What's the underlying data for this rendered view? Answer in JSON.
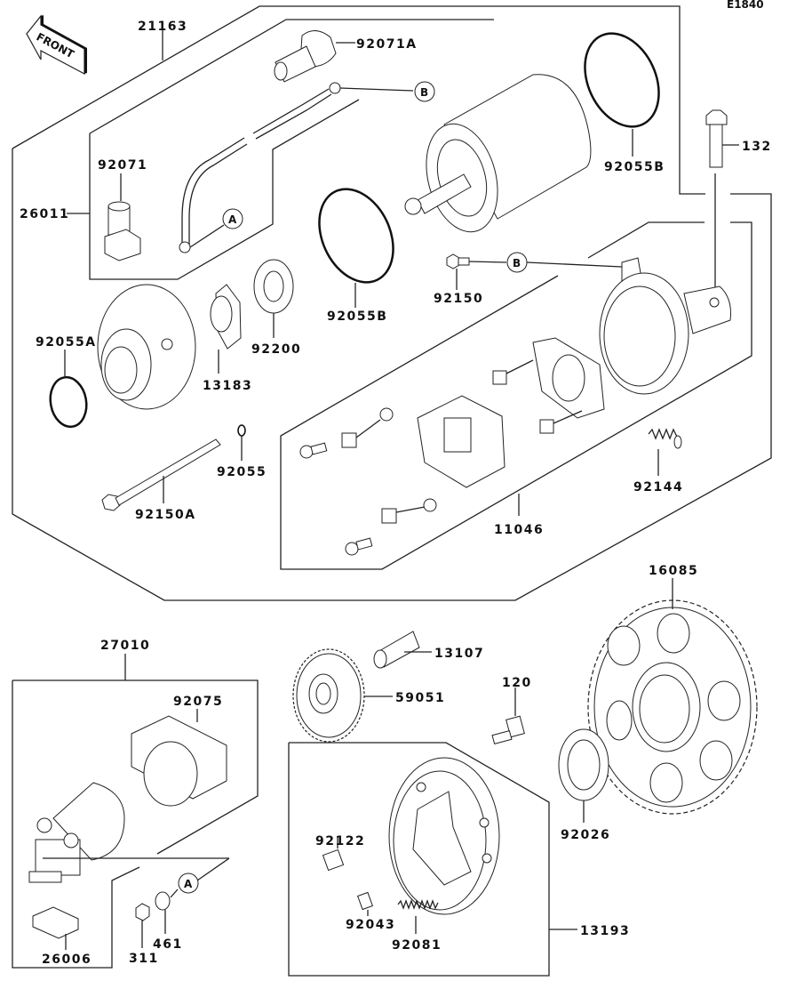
{
  "diagram": {
    "code": "E1840",
    "front_label": "FRONT",
    "refs": {
      "a": "A",
      "b": "B"
    },
    "parts": {
      "p21163": "21163",
      "p92071A": "92071A",
      "p92071": "92071",
      "p26011": "26011",
      "p92055B_1": "92055B",
      "p92055B_2": "92055B",
      "p132": "132",
      "p92150": "92150",
      "p92200": "92200",
      "p92055A": "92055A",
      "p13183": "13183",
      "p92055": "92055",
      "p92150A": "92150A",
      "p92144": "92144",
      "p11046": "11046",
      "p16085": "16085",
      "p27010": "27010",
      "p13107": "13107",
      "p59051": "59051",
      "p120": "120",
      "p92075": "92075",
      "p92026": "92026",
      "p92122": "92122",
      "p92043": "92043",
      "p92081": "92081",
      "p13193": "13193",
      "p26006": "26006",
      "p311": "311",
      "p461": "461"
    }
  }
}
